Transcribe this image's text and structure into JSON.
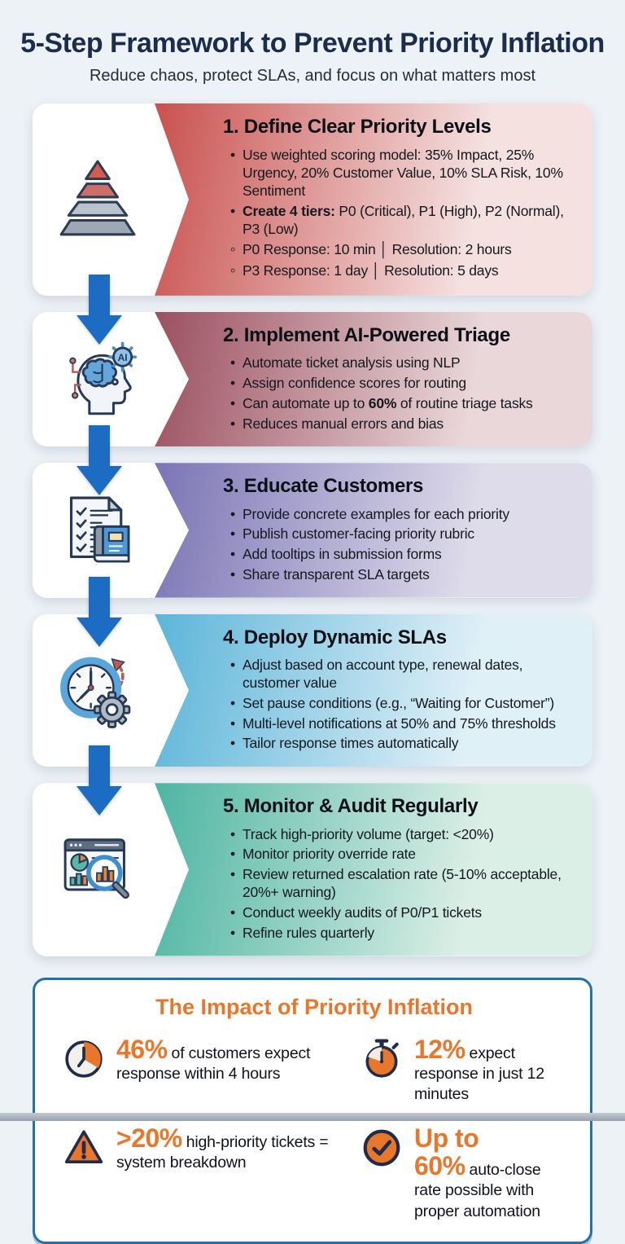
{
  "header": {
    "title": "5-Step Framework to Prevent Priority Inflation",
    "subtitle": "Reduce chaos, protect SLAs, and focus on what matters most"
  },
  "colors": {
    "page_background": "#edf2f7",
    "accent_orange": "#e8772c",
    "navy": "#1f2c4c",
    "arrow_blue": "#1b6cc2",
    "impact_border_blue": "#2370ab",
    "title_navy": "#1c2c4d"
  },
  "steps": [
    {
      "number": "1.",
      "title": "Define Clear Priority Levels",
      "icon": "pyramid-icon",
      "gradient": {
        "from": "#c9514e",
        "to": "#f4e1e0"
      },
      "bullets": [
        {
          "marker": "dot",
          "segments": [
            {
              "text": "Use weighted scoring model: 35% Impact, 25% Urgency, 20% Customer Value, 10% SLA Risk, 10% Sentiment"
            }
          ]
        },
        {
          "marker": "dot",
          "segments": [
            {
              "text": "Create 4 tiers:",
              "bold": true
            },
            {
              "text": " P0 (Critical), P1 (High), P2 (Normal), P3 (Low)"
            }
          ]
        },
        {
          "marker": "circle",
          "segments": [
            {
              "text": "P0 Response: 10 min │ Resolution: 2 hours"
            }
          ]
        },
        {
          "marker": "circle",
          "segments": [
            {
              "text": "P3 Response: 1 day │ Resolution: 5 days"
            }
          ]
        }
      ]
    },
    {
      "number": "2.",
      "title": "Implement AI-Powered Triage",
      "icon": "ai-brain-icon",
      "gradient": {
        "from": "#9b4f5f",
        "to": "#e9d7d9"
      },
      "bullets": [
        {
          "marker": "dot",
          "segments": [
            {
              "text": "Automate ticket analysis using NLP"
            }
          ]
        },
        {
          "marker": "dot",
          "segments": [
            {
              "text": "Assign confidence scores for routing"
            }
          ]
        },
        {
          "marker": "dot",
          "segments": [
            {
              "text": "Can automate up to "
            },
            {
              "text": "60%",
              "bold": true
            },
            {
              "text": " of routine triage tasks"
            }
          ]
        },
        {
          "marker": "dot",
          "segments": [
            {
              "text": "Reduces manual errors and bias"
            }
          ]
        }
      ]
    },
    {
      "number": "3.",
      "title": "Educate Customers",
      "icon": "checklist-book-icon",
      "gradient": {
        "from": "#7b74b5",
        "to": "#dedbea"
      },
      "bullets": [
        {
          "marker": "dot",
          "segments": [
            {
              "text": "Provide concrete examples for each priority"
            }
          ]
        },
        {
          "marker": "dot",
          "segments": [
            {
              "text": "Publish customer-facing priority rubric"
            }
          ]
        },
        {
          "marker": "dot",
          "segments": [
            {
              "text": "Add tooltips in submission forms"
            }
          ]
        },
        {
          "marker": "dot",
          "segments": [
            {
              "text": "Share transparent SLA targets"
            }
          ]
        }
      ]
    },
    {
      "number": "4.",
      "title": "Deploy Dynamic SLAs",
      "icon": "clock-gear-icon",
      "gradient": {
        "from": "#5cb5d9",
        "to": "#e0f0f7"
      },
      "bullets": [
        {
          "marker": "dot",
          "segments": [
            {
              "text": "Adjust based on account type, renewal dates, customer value"
            }
          ]
        },
        {
          "marker": "dot",
          "segments": [
            {
              "text": "Set pause conditions (e.g., “Waiting for Customer”)"
            }
          ]
        },
        {
          "marker": "dot",
          "segments": [
            {
              "text": "Multi-level notifications at 50% and 75% thresholds"
            }
          ]
        },
        {
          "marker": "dot",
          "segments": [
            {
              "text": "Tailor response times automatically"
            }
          ]
        }
      ]
    },
    {
      "number": "5.",
      "title": "Monitor & Audit Regularly",
      "icon": "dashboard-magnifier-icon",
      "gradient": {
        "from": "#4eb5a3",
        "to": "#dcefe6"
      },
      "bullets": [
        {
          "marker": "dot",
          "segments": [
            {
              "text": "Track high-priority volume (target: <20%)"
            }
          ]
        },
        {
          "marker": "dot",
          "segments": [
            {
              "text": "Monitor priority override rate"
            }
          ]
        },
        {
          "marker": "dot",
          "segments": [
            {
              "text": "Review returned escalation rate (5-10% acceptable, 20%+ warning)"
            }
          ]
        },
        {
          "marker": "dot",
          "segments": [
            {
              "text": "Conduct weekly audits of P0/P1 tickets"
            }
          ]
        },
        {
          "marker": "dot",
          "segments": [
            {
              "text": "Refine rules quarterly"
            }
          ]
        }
      ]
    }
  ],
  "impact": {
    "title": "The Impact of Priority Inflation",
    "stats": [
      {
        "icon": "clock-icon",
        "highlight": "46%",
        "text": "of customers expect response within 4 hours"
      },
      {
        "icon": "stopwatch-icon",
        "highlight": "12%",
        "text": "expect response in just 12 minutes"
      },
      {
        "icon": "warning-triangle-icon",
        "highlight": ">20%",
        "text": "high-priority tickets = system breakdown"
      },
      {
        "icon": "check-circle-icon",
        "highlight": "Up to 60%",
        "text": "auto-close rate possible with proper automation"
      }
    ]
  }
}
